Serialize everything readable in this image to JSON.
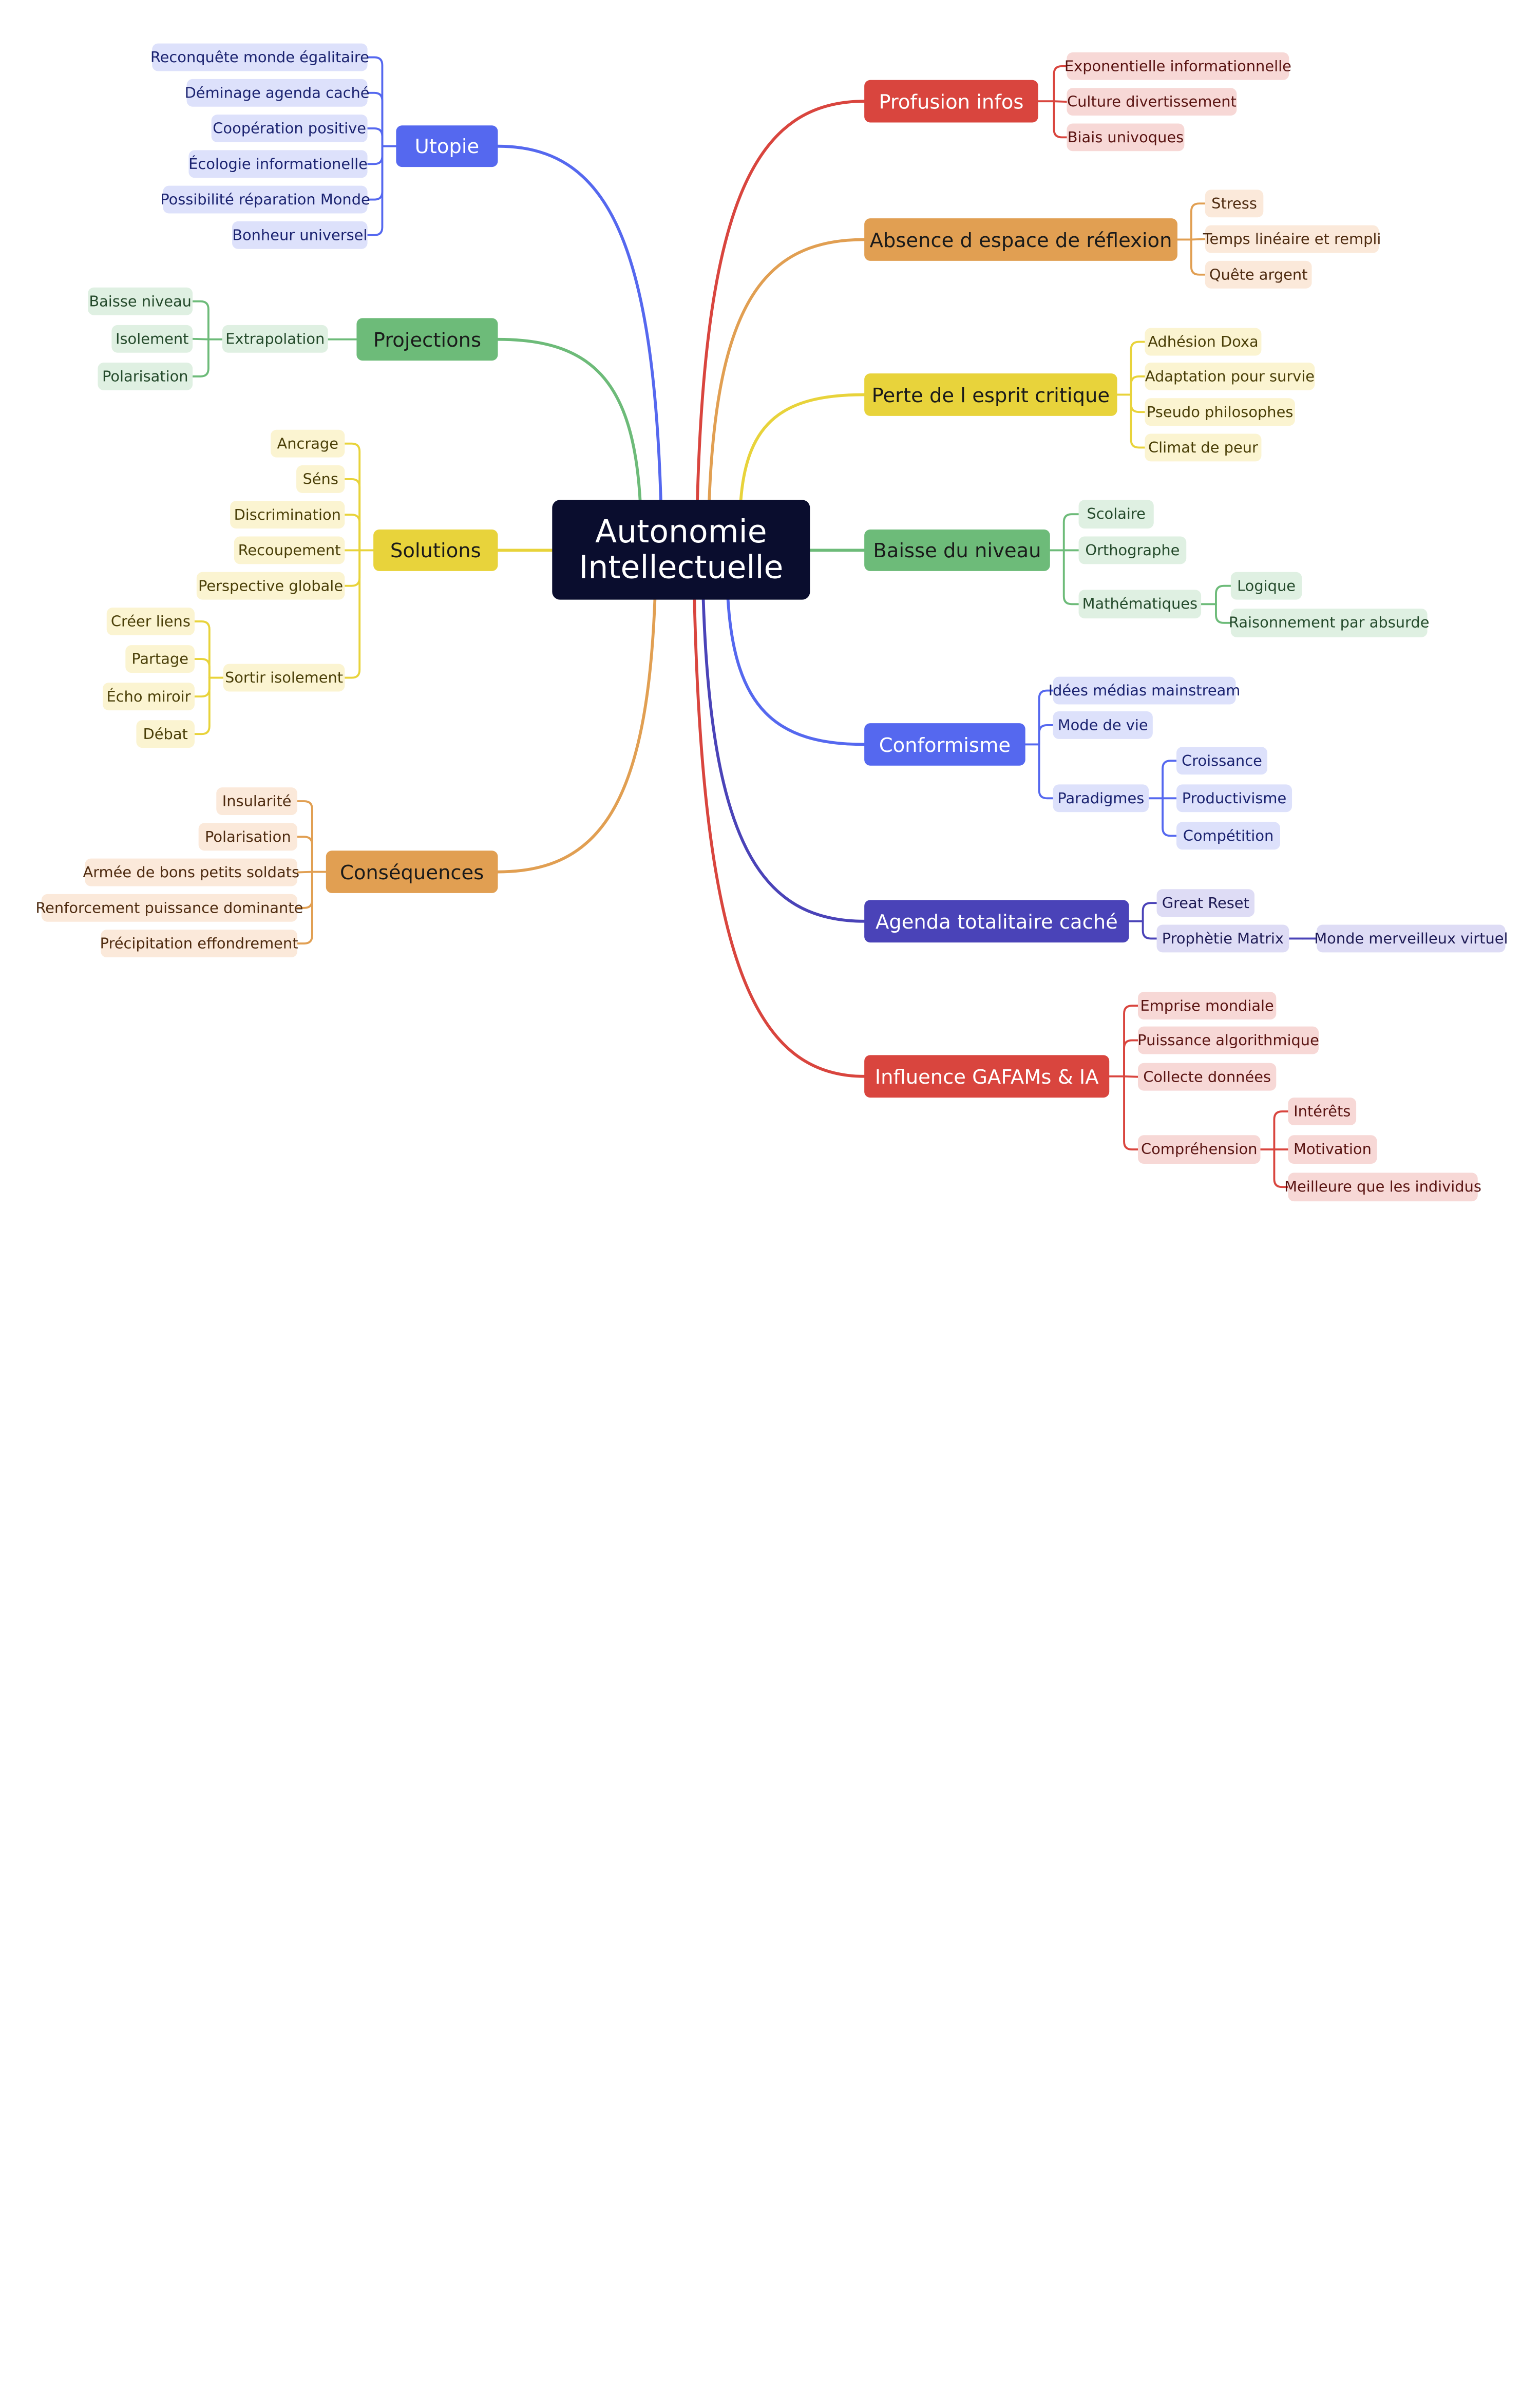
{
  "root": {
    "lines": [
      "Autonomie",
      "Intellectuelle"
    ]
  },
  "colors": {
    "root_bg": "#0a0d2e",
    "red": "#d9453e",
    "red_light": "#f7d8d6",
    "red_text": "#5a1412",
    "orange": "#e19f52",
    "orange_light": "#fbe9da",
    "orange_text": "#4e2b10",
    "yellow": "#e8d33b",
    "yellow_light": "#fbf4d1",
    "yellow_text": "#4a3f08",
    "green": "#6dbb79",
    "green_light": "#dff0e2",
    "green_text": "#244a2b",
    "blue": "#5568ef",
    "blue_light": "#dde1fb",
    "blue_text": "#1b2370",
    "indigo": "#4a43b8",
    "indigo_light": "#dedcf5",
    "indigo_text": "#1e1b55"
  },
  "branches": {
    "utopie": {
      "label": "Utopie",
      "children": [
        "Reconquête  monde égalitaire",
        "Déminage agenda caché",
        "Coopération positive",
        "Écologie informationelle",
        "Possibilité réparation Monde",
        "Bonheur universel"
      ]
    },
    "projections": {
      "label": "Projections",
      "child": "Extrapolation",
      "grandchildren": [
        "Baisse niveau",
        "Isolement",
        "Polarisation"
      ]
    },
    "solutions": {
      "label": "Solutions",
      "children": [
        "Ancrage",
        "Séns",
        "Discrimination",
        "Recoupement",
        "Perspective globale"
      ],
      "sub": "Sortir isolement",
      "sub_children": [
        "Créer liens",
        "Partage",
        "Écho miroir",
        "Débat"
      ]
    },
    "consequences": {
      "label": "Conséquences",
      "children": [
        "Insularité",
        "Polarisation",
        "Armée de bons petits soldats",
        "Renforcement puissance dominante",
        "Précipitation effondrement"
      ]
    },
    "profusion": {
      "label": "Profusion infos",
      "children": [
        "Exponentielle informationnelle",
        "Culture divertissement",
        "Biais univoques"
      ]
    },
    "absence": {
      "label": "Absence d espace de réflexion",
      "children": [
        "Stress",
        "Temps linéaire et rempli",
        "Quête argent"
      ]
    },
    "perte": {
      "label": "Perte de l esprit critique",
      "children": [
        "Adhésion Doxa",
        "Adaptation pour survie",
        "Pseudo philosophes",
        "Climat de peur"
      ]
    },
    "baisse": {
      "label": "Baisse du niveau",
      "children": [
        "Scolaire",
        "Orthographe"
      ],
      "sub": "Mathématiques",
      "sub_children": [
        "Logique",
        "Raisonnement par absurde"
      ]
    },
    "conformisme": {
      "label": "Conformisme",
      "children": [
        "Idées médias mainstream",
        "Mode de vie"
      ],
      "sub": "Paradigmes",
      "sub_children": [
        "Croissance",
        "Productivisme",
        "Compétition"
      ]
    },
    "agenda": {
      "label": "Agenda totalitaire caché",
      "children": [
        "Great Reset"
      ],
      "sub": "Prophètie  Matrix",
      "sub_children": [
        "Monde merveilleux virtuel"
      ]
    },
    "influence": {
      "label": "Influence GAFAMs & IA",
      "children": [
        "Emprise mondiale",
        "Puissance algorithmique",
        "Collecte données"
      ],
      "sub": "Compréhension",
      "sub_children": [
        "Intérêts",
        "Motivation",
        "Meilleure que les individus"
      ]
    }
  }
}
